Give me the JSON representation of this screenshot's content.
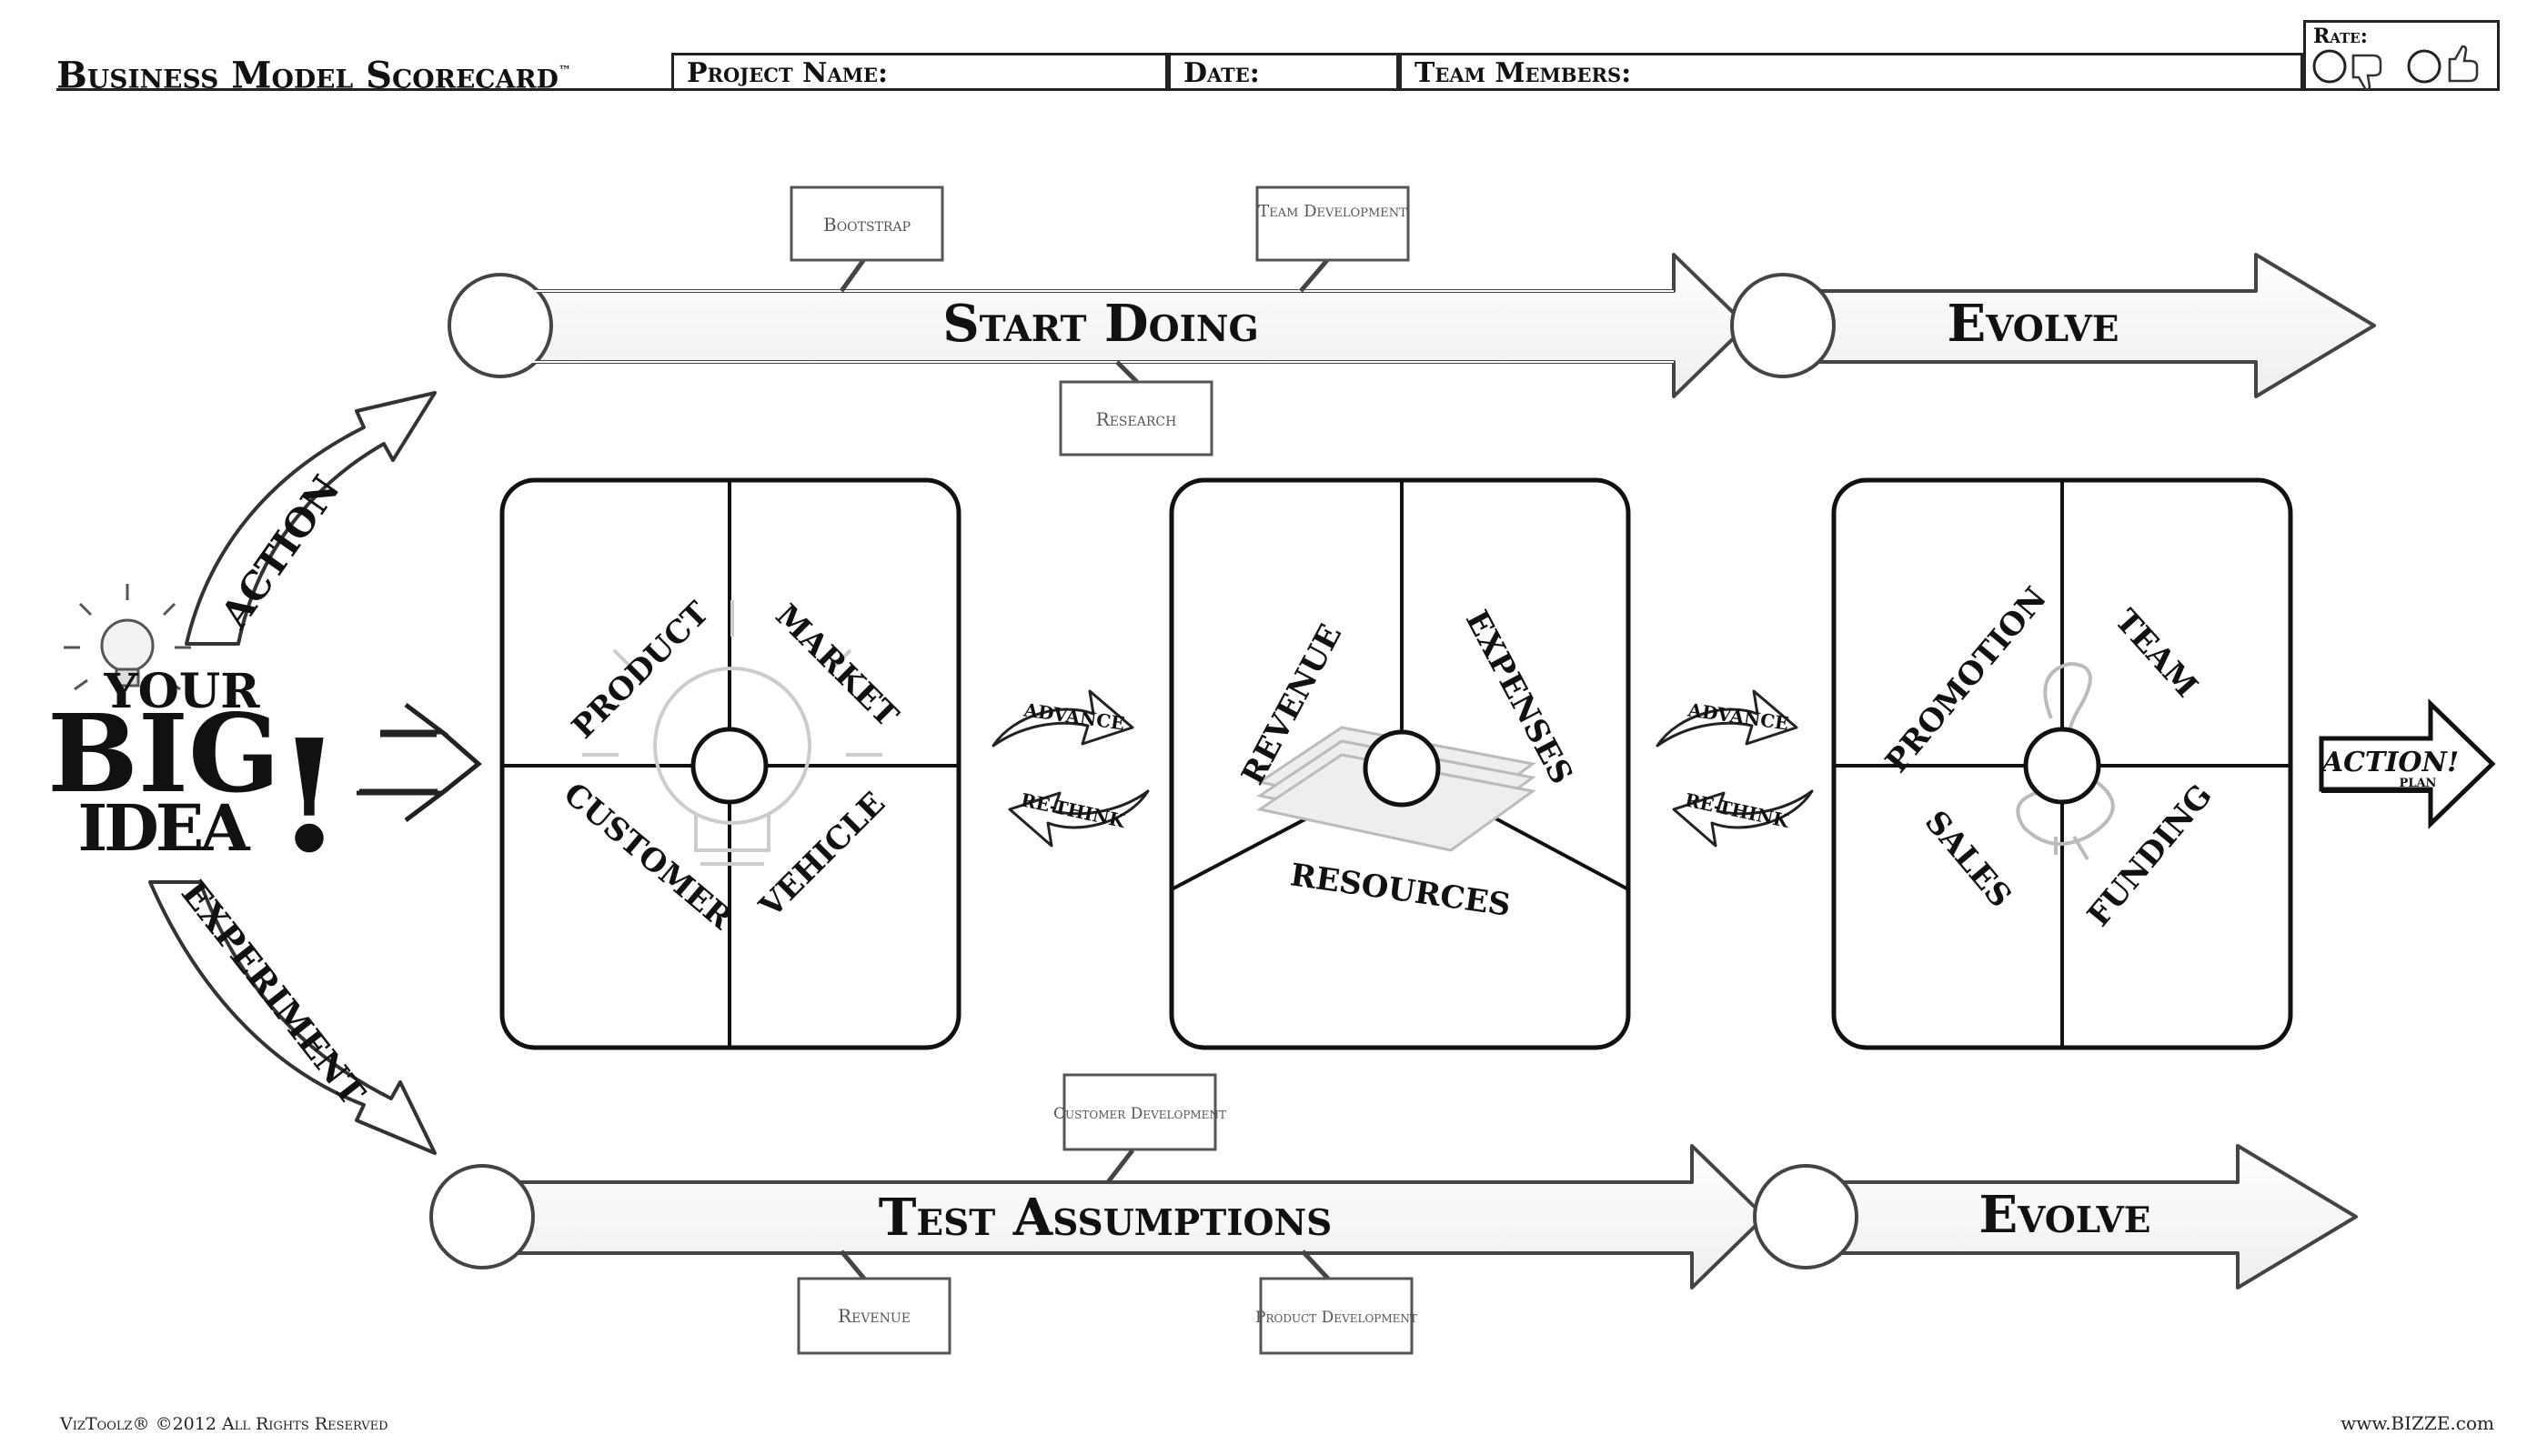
{
  "header": {
    "title": "Business Model Scorecard",
    "trademark": "™",
    "project_name_label": "Project Name:",
    "date_label": "Date:",
    "team_members_label": "Team Members:",
    "rate_label": "Rate:",
    "rate_icons": [
      "empty-circle-icon",
      "thumbs-down-icon",
      "empty-circle-icon",
      "thumbs-up-icon"
    ]
  },
  "big_idea": {
    "line1": "YOUR",
    "line2": "BIG",
    "line3": "IDEA",
    "exclaim": "!",
    "action_label": "ACTION",
    "experiment_label": "EXPERIMENT"
  },
  "top_track": {
    "main_label": "Start Doing",
    "evolve_label": "Evolve",
    "tags": [
      "Bootstrap",
      "Team Development",
      "Research"
    ]
  },
  "bottom_track": {
    "main_label": "Test Assumptions",
    "evolve_label": "Evolve",
    "tags": [
      "Customer Development",
      "Revenue",
      "Product Development"
    ]
  },
  "panels": {
    "first": [
      "PRODUCT",
      "MARKET",
      "CUSTOMER",
      "VEHICLE"
    ],
    "second": [
      "REVENUE",
      "EXPENSES",
      "RESOURCES"
    ],
    "third": [
      "PROMOTION",
      "TEAM",
      "SALES",
      "FUNDING"
    ]
  },
  "flow": {
    "advance": "ADVANCE",
    "rethink": "RE-THINK",
    "action_plan": "ACTION!",
    "action_plan_sub": "PLAN"
  },
  "footer": {
    "copyright": "VizToolz® ©2012 All Rights Reserved",
    "website": "www.BIZZE.com"
  }
}
